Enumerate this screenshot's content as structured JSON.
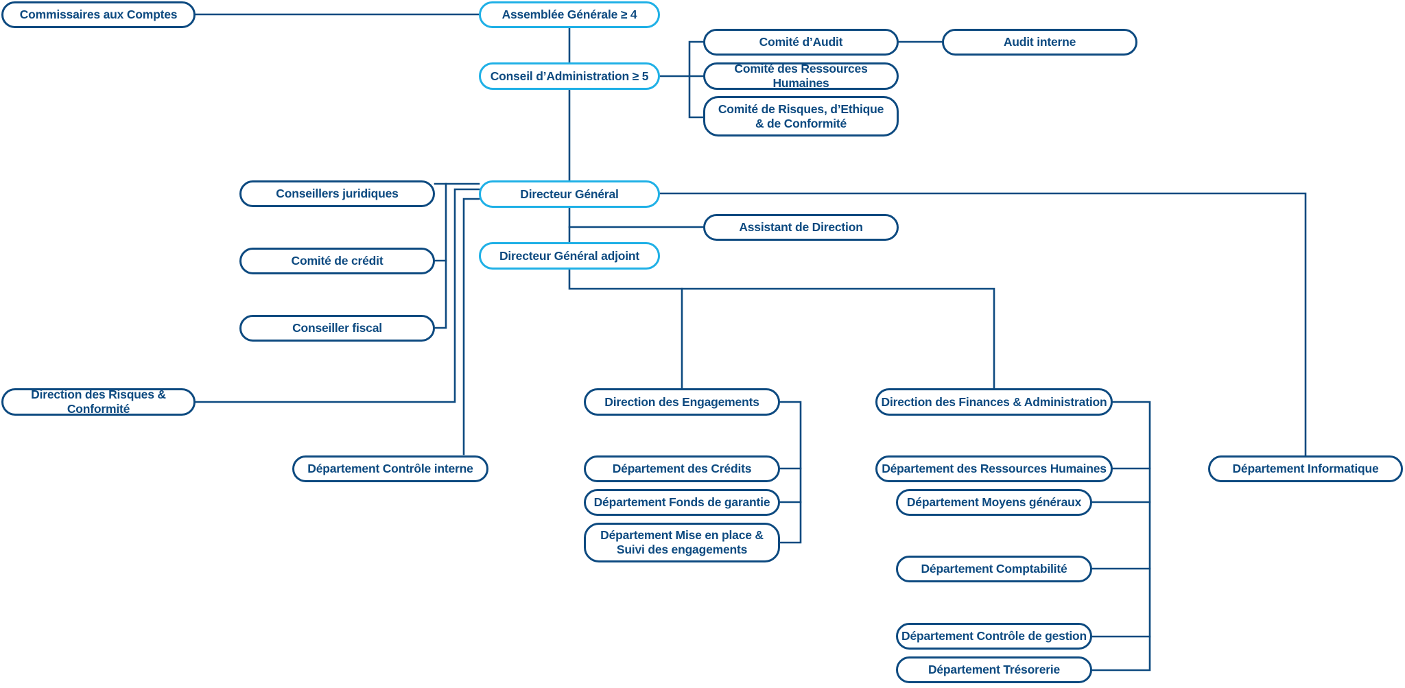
{
  "colors": {
    "line": "#0d4a80",
    "border_dark": "#0d4a80",
    "border_light": "#1fb0e6",
    "text": "#0d4a80",
    "background": "#ffffff"
  },
  "nodes": {
    "commissaires": "Commissaires aux Comptes",
    "assemblee": "Assemblée Générale ≥ 4",
    "conseil": "Conseil d’Administration ≥ 5",
    "comite_audit": "Comité d’Audit",
    "audit_interne": "Audit interne",
    "comite_rh": "Comité des Ressources Humaines",
    "comite_risques": "Comité de Risques, d’Ethique\n& de Conformité",
    "conseillers_juridiques": "Conseillers juridiques",
    "directeur_general": "Directeur Général",
    "assistant_direction": "Assistant de Direction",
    "comite_credit": "Comité de crédit",
    "dga": "Directeur Général adjoint",
    "conseiller_fiscal": "Conseiller fiscal",
    "direction_risques": "Direction des Risques & Conformité",
    "direction_engagements": "Direction des Engagements",
    "direction_finances": "Direction des Finances & Administration",
    "dept_controle_interne": "Département Contrôle interne",
    "dept_credits": "Département des Crédits",
    "dept_rh": "Département des Ressources Humaines",
    "dept_informatique": "Département Informatique",
    "dept_fonds_garantie": "Département Fonds de garantie",
    "dept_moyens_generaux": "Département Moyens généraux",
    "dept_mise_en_place": "Département Mise en place &\nSuivi des engagements",
    "dept_comptabilite": "Département Comptabilité",
    "dept_controle_gestion": "Département Contrôle de gestion",
    "dept_tresorerie": "Département Trésorerie"
  }
}
